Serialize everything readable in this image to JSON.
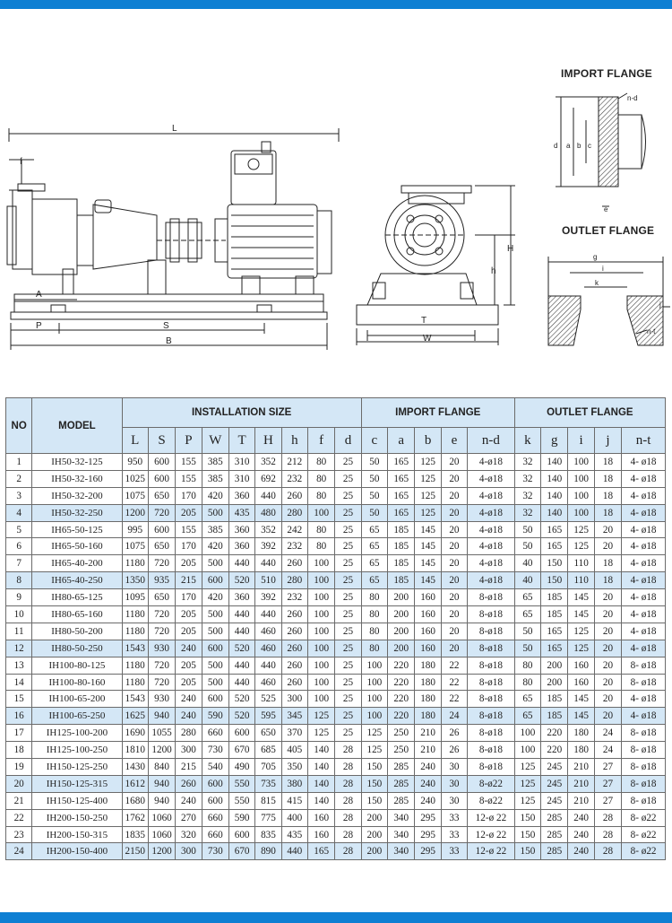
{
  "colors": {
    "accent_bar": "#0e7fd3",
    "header_fill": "#d4e7f6",
    "line": "#6b6b6b"
  },
  "drawing": {
    "import_flange_title": "IMPORT FLANGE",
    "outlet_flange_title": "OUTLET FLANGE",
    "side_labels": {
      "L": "L",
      "A": "A",
      "P": "P",
      "S": "S",
      "B": "B",
      "f": "f"
    },
    "front_labels": {
      "H": "H",
      "h": "h",
      "T": "T",
      "W": "W"
    },
    "import_labels": {
      "n_d": "n-d",
      "d": "d",
      "a": "a",
      "b": "b",
      "c": "c",
      "e": "e"
    },
    "outlet_labels": {
      "g": "g",
      "i": "i",
      "k": "k",
      "j": "j",
      "n_t": "n-t"
    }
  },
  "table": {
    "header": {
      "no": "NO",
      "model": "MODEL",
      "installation": "INSTALLATION SIZE",
      "import": "IMPORT FLANGE",
      "outlet": "OUTLET FLANGE",
      "columns": [
        "L",
        "S",
        "P",
        "W",
        "T",
        "H",
        "h",
        "f",
        "d",
        "c",
        "a",
        "b",
        "e",
        "n-d",
        "k",
        "g",
        "i",
        "j",
        "n-t"
      ]
    },
    "highlight_rows": [
      4,
      8,
      12,
      16,
      20,
      24
    ],
    "rows": [
      [
        "1",
        "IH50-32-125",
        "950",
        "600",
        "155",
        "385",
        "310",
        "352",
        "212",
        "80",
        "25",
        "50",
        "165",
        "125",
        "20",
        "4-ø18",
        "32",
        "140",
        "100",
        "18",
        "4- ø18"
      ],
      [
        "2",
        "IH50-32-160",
        "1025",
        "600",
        "155",
        "385",
        "310",
        "692",
        "232",
        "80",
        "25",
        "50",
        "165",
        "125",
        "20",
        "4-ø18",
        "32",
        "140",
        "100",
        "18",
        "4- ø18"
      ],
      [
        "3",
        "IH50-32-200",
        "1075",
        "650",
        "170",
        "420",
        "360",
        "440",
        "260",
        "80",
        "25",
        "50",
        "165",
        "125",
        "20",
        "4-ø18",
        "32",
        "140",
        "100",
        "18",
        "4- ø18"
      ],
      [
        "4",
        "IH50-32-250",
        "1200",
        "720",
        "205",
        "500",
        "435",
        "480",
        "280",
        "100",
        "25",
        "50",
        "165",
        "125",
        "20",
        "4-ø18",
        "32",
        "140",
        "100",
        "18",
        "4- ø18"
      ],
      [
        "5",
        "IH65-50-125",
        "995",
        "600",
        "155",
        "385",
        "360",
        "352",
        "242",
        "80",
        "25",
        "65",
        "185",
        "145",
        "20",
        "4-ø18",
        "50",
        "165",
        "125",
        "20",
        "4- ø18"
      ],
      [
        "6",
        "IH65-50-160",
        "1075",
        "650",
        "170",
        "420",
        "360",
        "392",
        "232",
        "80",
        "25",
        "65",
        "185",
        "145",
        "20",
        "4-ø18",
        "50",
        "165",
        "125",
        "20",
        "4- ø18"
      ],
      [
        "7",
        "IH65-40-200",
        "1180",
        "720",
        "205",
        "500",
        "440",
        "440",
        "260",
        "100",
        "25",
        "65",
        "185",
        "145",
        "20",
        "4-ø18",
        "40",
        "150",
        "110",
        "18",
        "4- ø18"
      ],
      [
        "8",
        "IH65-40-250",
        "1350",
        "935",
        "215",
        "600",
        "520",
        "510",
        "280",
        "100",
        "25",
        "65",
        "185",
        "145",
        "20",
        "4-ø18",
        "40",
        "150",
        "110",
        "18",
        "4- ø18"
      ],
      [
        "9",
        "IH80-65-125",
        "1095",
        "650",
        "170",
        "420",
        "360",
        "392",
        "232",
        "100",
        "25",
        "80",
        "200",
        "160",
        "20",
        "8-ø18",
        "65",
        "185",
        "145",
        "20",
        "4- ø18"
      ],
      [
        "10",
        "IH80-65-160",
        "1180",
        "720",
        "205",
        "500",
        "440",
        "440",
        "260",
        "100",
        "25",
        "80",
        "200",
        "160",
        "20",
        "8-ø18",
        "65",
        "185",
        "145",
        "20",
        "4- ø18"
      ],
      [
        "11",
        "IH80-50-200",
        "1180",
        "720",
        "205",
        "500",
        "440",
        "460",
        "260",
        "100",
        "25",
        "80",
        "200",
        "160",
        "20",
        "8-ø18",
        "50",
        "165",
        "125",
        "20",
        "4- ø18"
      ],
      [
        "12",
        "IH80-50-250",
        "1543",
        "930",
        "240",
        "600",
        "520",
        "460",
        "260",
        "100",
        "25",
        "80",
        "200",
        "160",
        "20",
        "8-ø18",
        "50",
        "165",
        "125",
        "20",
        "4- ø18"
      ],
      [
        "13",
        "IH100-80-125",
        "1180",
        "720",
        "205",
        "500",
        "440",
        "440",
        "260",
        "100",
        "25",
        "100",
        "220",
        "180",
        "22",
        "8-ø18",
        "80",
        "200",
        "160",
        "20",
        "8- ø18"
      ],
      [
        "14",
        "IH100-80-160",
        "1180",
        "720",
        "205",
        "500",
        "440",
        "460",
        "260",
        "100",
        "25",
        "100",
        "220",
        "180",
        "22",
        "8-ø18",
        "80",
        "200",
        "160",
        "20",
        "8- ø18"
      ],
      [
        "15",
        "IH100-65-200",
        "1543",
        "930",
        "240",
        "600",
        "520",
        "525",
        "300",
        "100",
        "25",
        "100",
        "220",
        "180",
        "22",
        "8-ø18",
        "65",
        "185",
        "145",
        "20",
        "4- ø18"
      ],
      [
        "16",
        "IH100-65-250",
        "1625",
        "940",
        "240",
        "590",
        "520",
        "595",
        "345",
        "125",
        "25",
        "100",
        "220",
        "180",
        "24",
        "8-ø18",
        "65",
        "185",
        "145",
        "20",
        "4- ø18"
      ],
      [
        "17",
        "IH125-100-200",
        "1690",
        "1055",
        "280",
        "660",
        "600",
        "650",
        "370",
        "125",
        "25",
        "125",
        "250",
        "210",
        "26",
        "8-ø18",
        "100",
        "220",
        "180",
        "24",
        "8- ø18"
      ],
      [
        "18",
        "IH125-100-250",
        "1810",
        "1200",
        "300",
        "730",
        "670",
        "685",
        "405",
        "140",
        "28",
        "125",
        "250",
        "210",
        "26",
        "8-ø18",
        "100",
        "220",
        "180",
        "24",
        "8- ø18"
      ],
      [
        "19",
        "IH150-125-250",
        "1430",
        "840",
        "215",
        "540",
        "490",
        "705",
        "350",
        "140",
        "28",
        "150",
        "285",
        "240",
        "30",
        "8-ø18",
        "125",
        "245",
        "210",
        "27",
        "8- ø18"
      ],
      [
        "20",
        "IH150-125-315",
        "1612",
        "940",
        "260",
        "600",
        "550",
        "735",
        "380",
        "140",
        "28",
        "150",
        "285",
        "240",
        "30",
        "8-ø22",
        "125",
        "245",
        "210",
        "27",
        "8- ø18"
      ],
      [
        "21",
        "IH150-125-400",
        "1680",
        "940",
        "240",
        "600",
        "550",
        "815",
        "415",
        "140",
        "28",
        "150",
        "285",
        "240",
        "30",
        "8-ø22",
        "125",
        "245",
        "210",
        "27",
        "8- ø18"
      ],
      [
        "22",
        "IH200-150-250",
        "1762",
        "1060",
        "270",
        "660",
        "590",
        "775",
        "400",
        "160",
        "28",
        "200",
        "340",
        "295",
        "33",
        "12-ø 22",
        "150",
        "285",
        "240",
        "28",
        "8- ø22"
      ],
      [
        "23",
        "IH200-150-315",
        "1835",
        "1060",
        "320",
        "660",
        "600",
        "835",
        "435",
        "160",
        "28",
        "200",
        "340",
        "295",
        "33",
        "12-ø 22",
        "150",
        "285",
        "240",
        "28",
        "8- ø22"
      ],
      [
        "24",
        "IH200-150-400",
        "2150",
        "1200",
        "300",
        "730",
        "670",
        "890",
        "440",
        "165",
        "28",
        "200",
        "340",
        "295",
        "33",
        "12-ø 22",
        "150",
        "285",
        "240",
        "28",
        "8- ø22"
      ]
    ]
  }
}
